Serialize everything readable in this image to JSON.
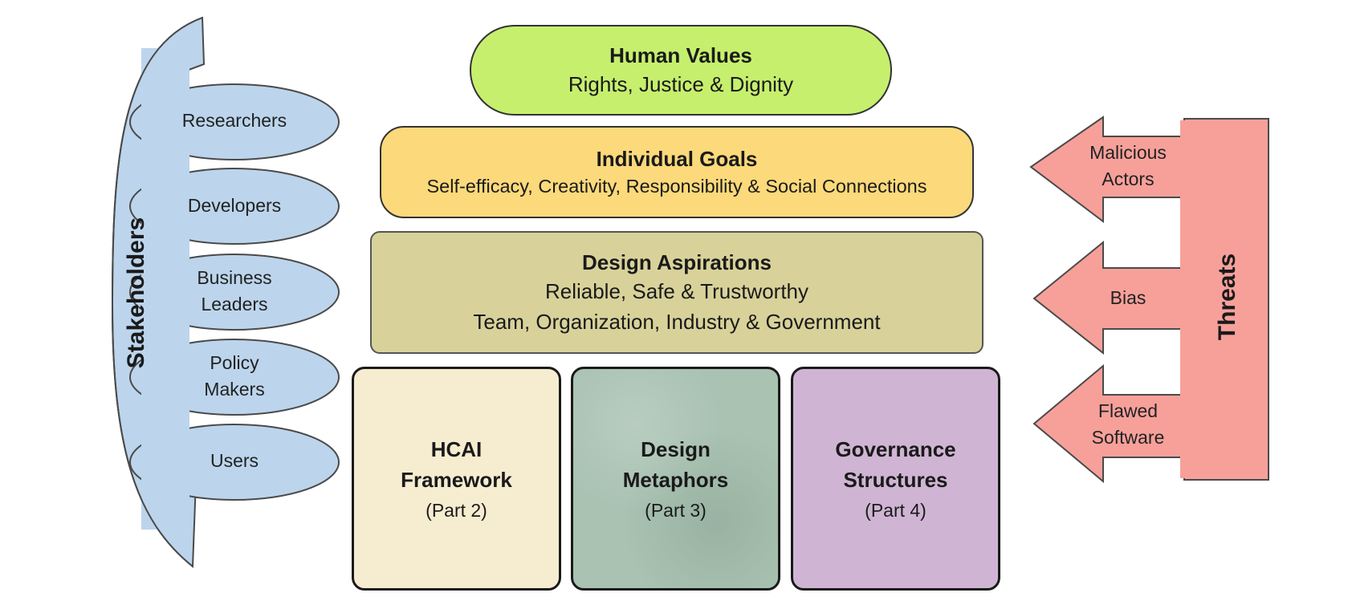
{
  "top": {
    "title": "Human Values",
    "subtitle": "Rights, Justice & Dignity"
  },
  "goals": {
    "title": "Individual Goals",
    "subtitle": "Self-efficacy, Creativity, Responsibility & Social Connections"
  },
  "aspirations": {
    "title": "Design Aspirations",
    "line1": "Reliable, Safe & Trustworthy",
    "line2": "Team, Organization, Industry & Government"
  },
  "pillars": [
    {
      "line1": "HCAI",
      "line2": "Framework",
      "part": "(Part 2)"
    },
    {
      "line1": "Design",
      "line2": "Metaphors",
      "part": "(Part 3)"
    },
    {
      "line1": "Governance",
      "line2": "Structures",
      "part": "(Part 4)"
    }
  ],
  "stakeholders": {
    "label": "Stakeholders",
    "items": [
      {
        "line1": "Researchers",
        "line2": ""
      },
      {
        "line1": "Developers",
        "line2": ""
      },
      {
        "line1": "Business",
        "line2": "Leaders"
      },
      {
        "line1": "Policy",
        "line2": "Makers"
      },
      {
        "line1": "Users",
        "line2": ""
      }
    ]
  },
  "threats": {
    "label": "Threats",
    "items": [
      {
        "line1": "Malicious",
        "line2": "Actors"
      },
      {
        "line1": "Bias",
        "line2": ""
      },
      {
        "line1": "Flawed",
        "line2": "Software"
      }
    ]
  },
  "colors": {
    "human_values": "#c6ef6e",
    "individual_goals": "#fcd97a",
    "design_aspirations": "#d8d29a",
    "hcai_framework": "#f6ecd0",
    "design_metaphors": "#a9c2b2",
    "governance_structures": "#cfb5d3",
    "stakeholders": "#bcd5ec",
    "threats": "#f7a09a"
  }
}
